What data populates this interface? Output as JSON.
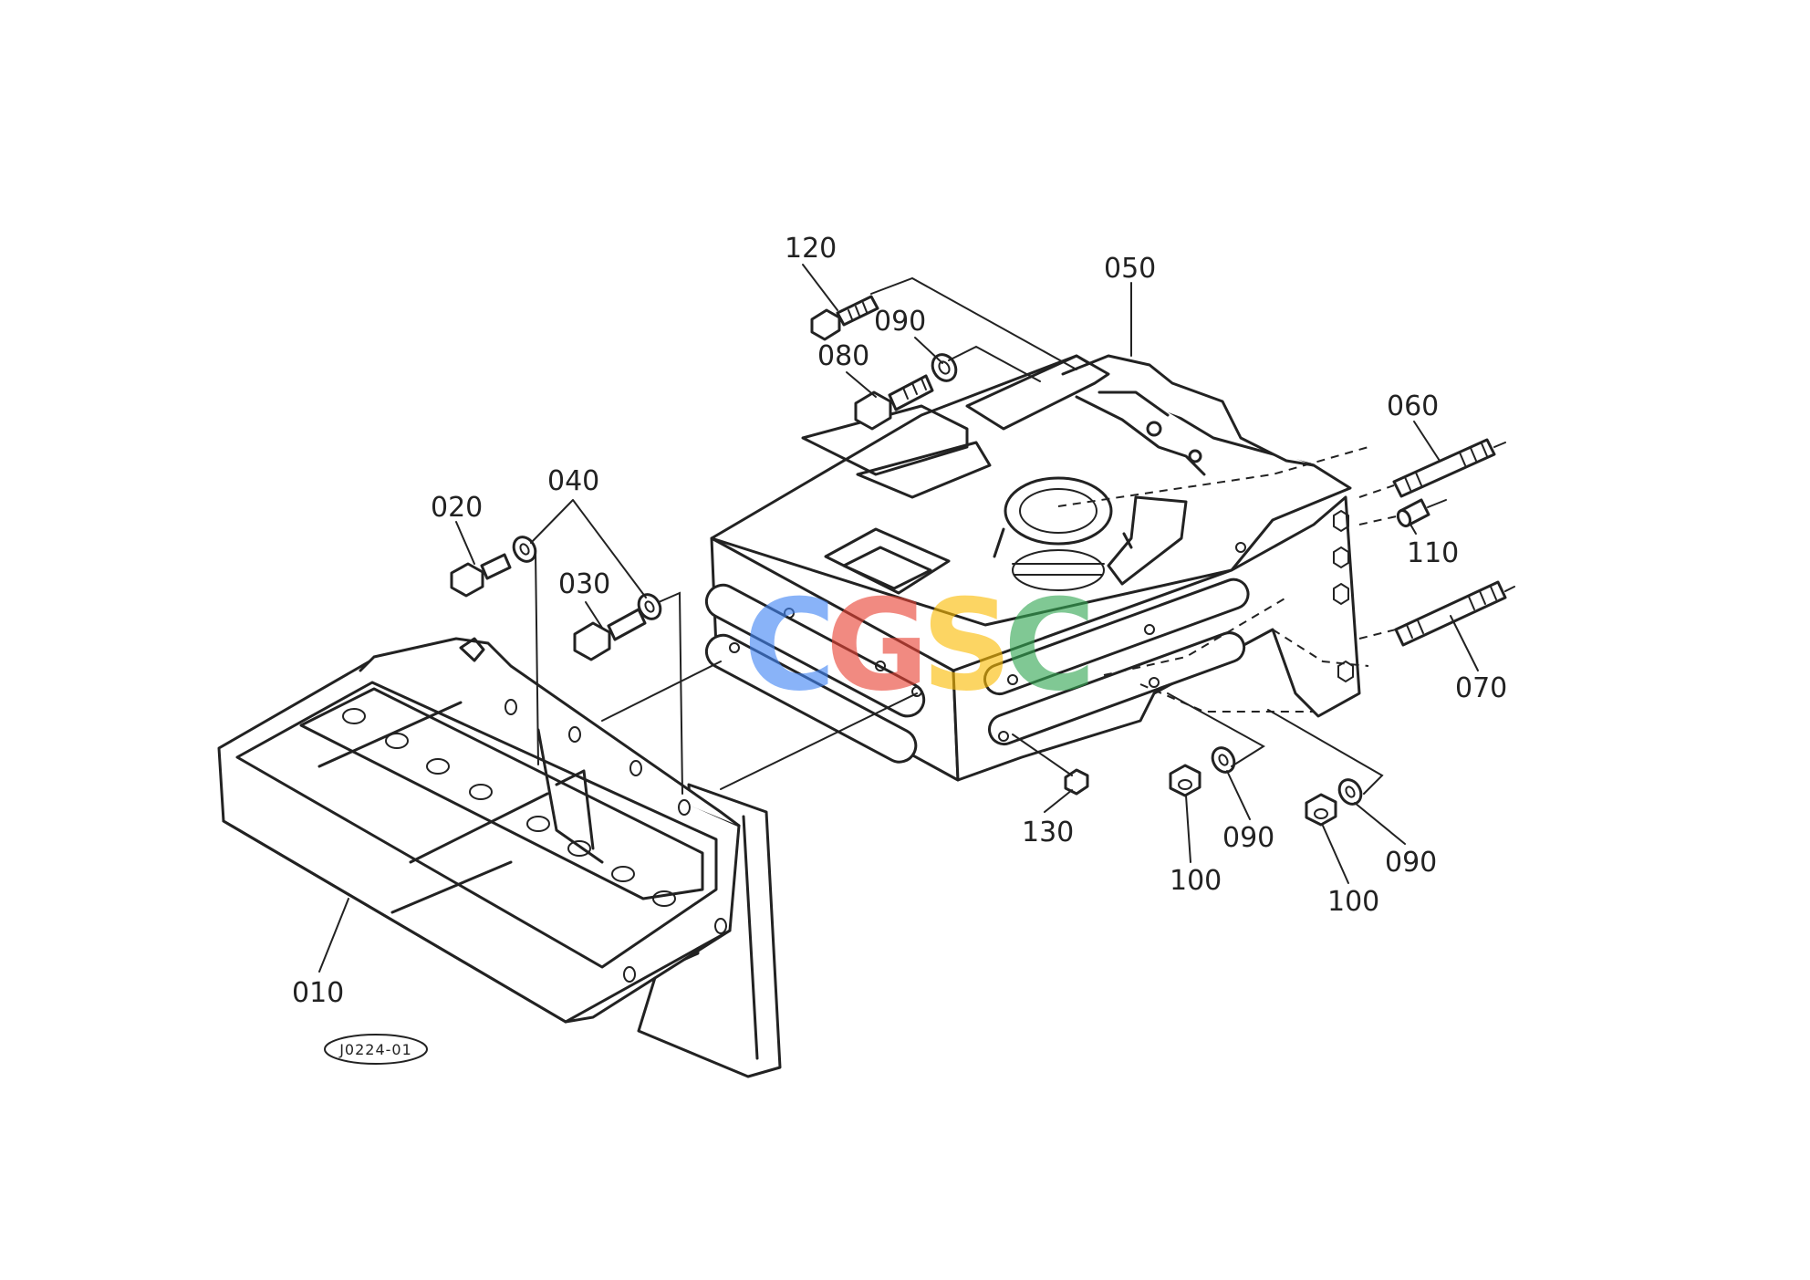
{
  "diagram_code": "J0224-01",
  "watermark": {
    "letters": [
      "C",
      "G",
      "S",
      "C"
    ],
    "colors": [
      "#4285F4",
      "#EA4335",
      "#FBBC05",
      "#34A853"
    ]
  },
  "callouts": {
    "c010": "010",
    "c020": "020",
    "c030": "030",
    "c040": "040",
    "c050": "050",
    "c060": "060",
    "c070": "070",
    "c080": "080",
    "c090a": "090",
    "c090b": "090",
    "c090c": "090",
    "c100a": "100",
    "c100b": "100",
    "c110": "110",
    "c120": "120",
    "c130": "130"
  }
}
